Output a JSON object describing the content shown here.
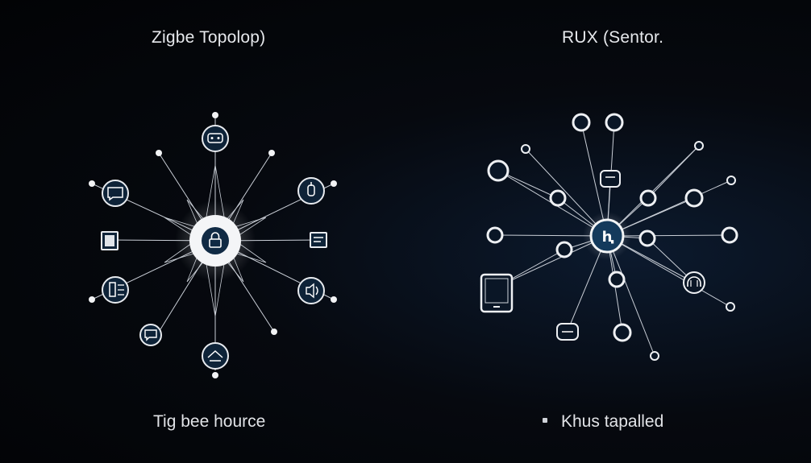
{
  "left_panel": {
    "title": "Zigbe Topolop)",
    "caption": "Tig bee hource",
    "hub_icon": "lock-icon",
    "device_icons": [
      "router-icon",
      "chat-bubble-icon",
      "switch-icon",
      "sensor-icon",
      "display-icon",
      "device-panel-icon",
      "speaker-icon",
      "message-icon",
      "home-icon"
    ]
  },
  "right_panel": {
    "title": "RUX (Sentor.",
    "caption": "Khus tapalled",
    "hub_label": "ⱨ",
    "device_icons": [
      "tablet-icon",
      "screen-icon",
      "dome-icon",
      "chat-icon"
    ]
  },
  "colors": {
    "background": "#05080d",
    "line": "#c9ced6",
    "node_fill": "#0e2338",
    "node_stroke": "#e8ebef"
  }
}
